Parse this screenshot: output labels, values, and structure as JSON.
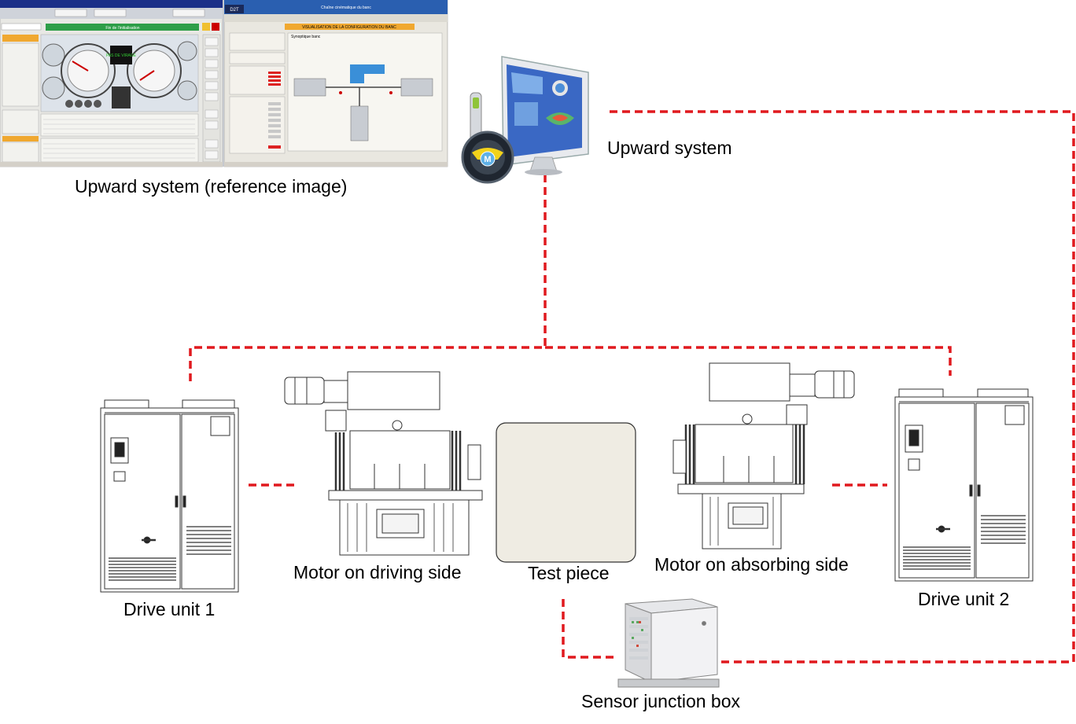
{
  "labels": {
    "upward_system_reference": "Upward system (reference image)",
    "upward_system": "Upward system",
    "drive_unit_1": "Drive unit 1",
    "motor_driving": "Motor on driving side",
    "test_piece": "Test piece",
    "motor_absorbing": "Motor on absorbing side",
    "drive_unit_2": "Drive unit 2",
    "sensor_junction_box": "Sensor junction box"
  },
  "screenshot": {
    "left_status_bar": "Fin de l'initialisation",
    "right_window_title": "Chaîne cinématique du banc",
    "right_header": "VISUALISATION DE LA CONFIGURATION DU BANC",
    "right_synoptic": "Synoptique banc",
    "right_logo": "D2T",
    "gauge_text": "PAS DE VIRAGE"
  },
  "colors": {
    "connection_line": "#e0191e",
    "test_piece_fill": "#efece3",
    "screen_green": "#2e9e48",
    "screen_orange": "#f0a830",
    "screen_blue": "#2a5fb0"
  },
  "icons": {
    "upward_system_icon": "computer-monitor-steering-wheel-icon"
  }
}
